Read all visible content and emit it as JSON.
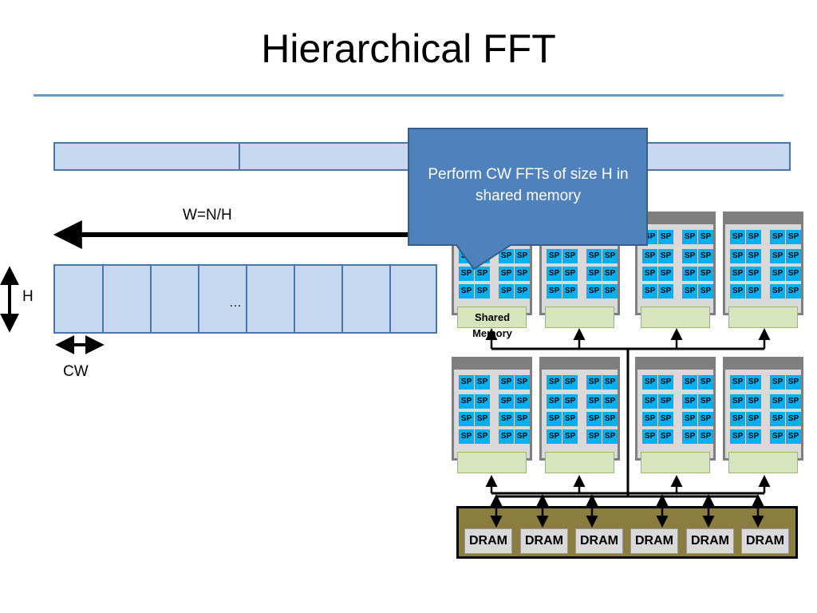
{
  "slide": {
    "title": "Hierarchical FFT"
  },
  "labels": {
    "width": "W=N/H",
    "height": "H",
    "chunk": "CW",
    "ellipsis": "…"
  },
  "callout": {
    "text": "Perform CW FFTs of size H in shared memory"
  },
  "gpu": {
    "processor_label": "SP",
    "shared_memory_label": "Shared Memory",
    "dram_label": "DRAM",
    "dram_count": 6,
    "multiprocessor_count": 8
  },
  "colors": {
    "strip_fill": "#c6d9f1",
    "strip_border": "#4a76a8",
    "sp_fill": "#00b0f0",
    "shared_memory_fill": "#d7e4bd",
    "dram_bank_fill": "#8b7d40",
    "callout_fill": "#4f81bd"
  }
}
